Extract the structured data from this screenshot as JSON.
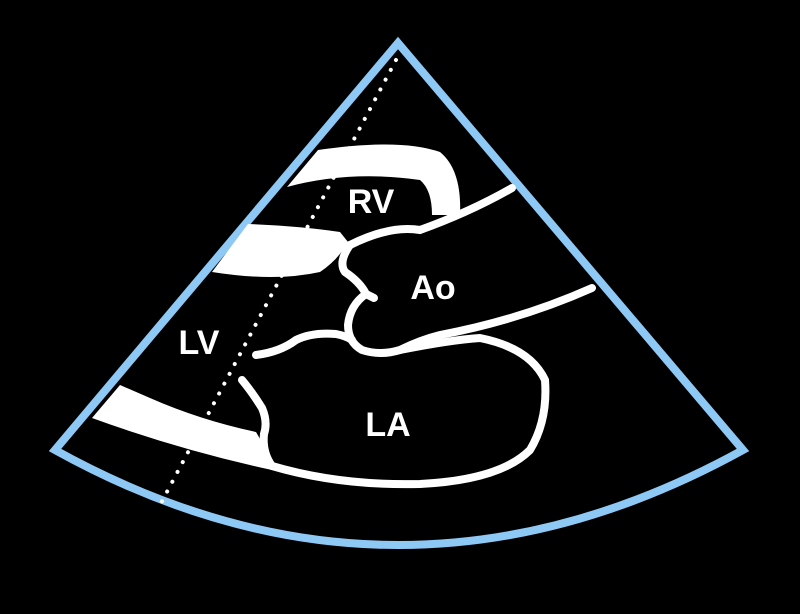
{
  "diagram": {
    "background_color": "#000000",
    "sector_outline_color": "#8ec8f5",
    "structure_color": "#ffffff",
    "labels": {
      "rv": "RV",
      "ao": "Ao",
      "lv": "LV",
      "la": "LA"
    }
  }
}
